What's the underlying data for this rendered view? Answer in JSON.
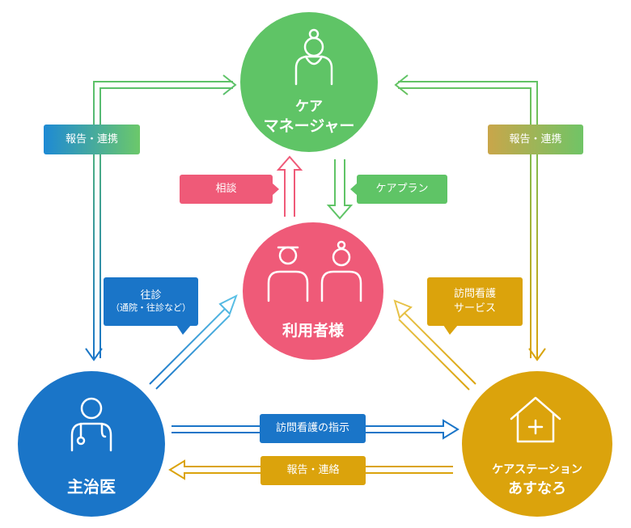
{
  "nodes": {
    "care_manager": {
      "line1": "ケア",
      "line2": "マネージャー",
      "color": "#5fc466"
    },
    "user": {
      "label": "利用者様",
      "color": "#ef5a78"
    },
    "doctor": {
      "label": "主治医",
      "color": "#1a75c8"
    },
    "station": {
      "line1": "ケアステーション",
      "line2": "あすなろ",
      "color": "#dba30c"
    }
  },
  "tags": {
    "report_left": "報告・連携",
    "report_right": "報告・連携",
    "consult": "相談",
    "care_plan": "ケアプラン",
    "visit_line1": "往診",
    "visit_line2": "（通院・往診など）",
    "nursing_service_line1": "訪問看護",
    "nursing_service_line2": "サービス",
    "nursing_instruction": "訪問看護の指示",
    "report_bottom": "報告・連絡"
  },
  "icons": [
    "grandmother-icon",
    "elderly-couple-icon",
    "doctor-icon",
    "home-plus-icon"
  ],
  "colors": {
    "green": "#5fc466",
    "pink": "#ef5a78",
    "blue": "#1a75c8",
    "gold": "#dba30c"
  }
}
